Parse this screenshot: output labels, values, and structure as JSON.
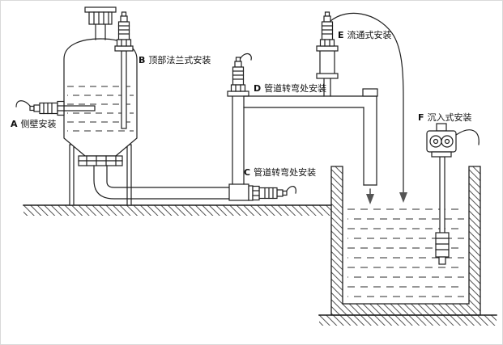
{
  "figure": {
    "type": "sensor-installation-diagram",
    "labels": {
      "a": {
        "letter": "A",
        "text": "侧壁安装"
      },
      "b": {
        "letter": "B",
        "text": "顶部法兰式安装"
      },
      "c": {
        "letter": "C",
        "text": "管道转弯处安装"
      },
      "d": {
        "letter": "D",
        "text": "管道转弯处安装"
      },
      "e": {
        "letter": "E",
        "text": "流通式安装"
      },
      "f": {
        "letter": "F",
        "text": "沉入式安装"
      }
    },
    "colors": {
      "line": "#1f1f1f",
      "background": "#ffffff",
      "arrow": "#555555"
    }
  }
}
